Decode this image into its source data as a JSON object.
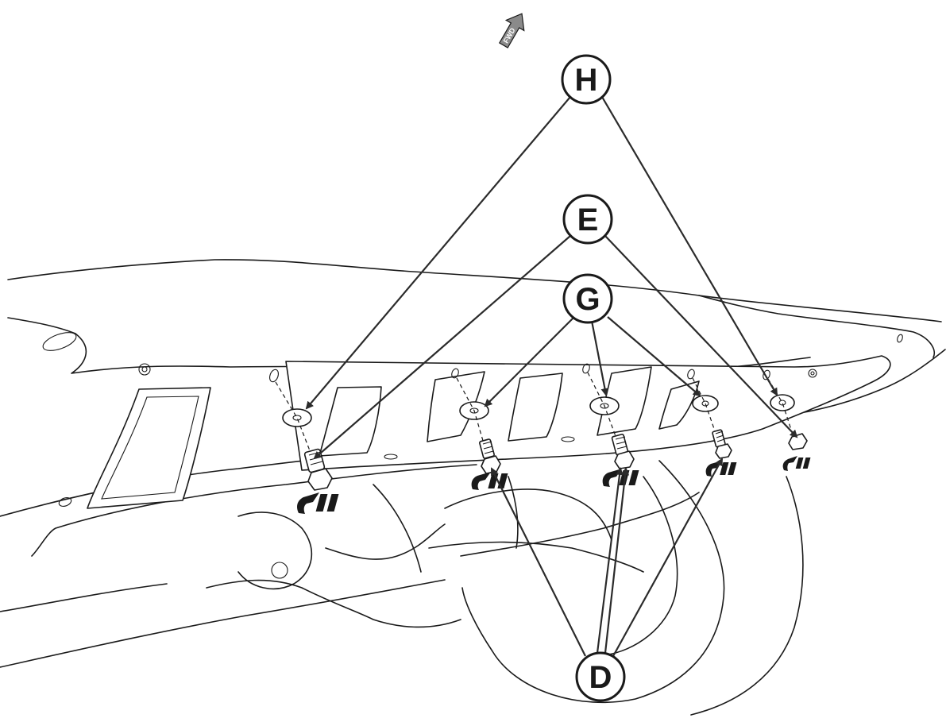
{
  "fwd_label": "FWD",
  "callouts": {
    "h": "H",
    "e": "E",
    "g": "G",
    "d": "D"
  },
  "colors": {
    "line": "#1a1a1a",
    "leader": "#2b2b2b",
    "fwd_arrow": "#8a8a8a",
    "background": "#ffffff"
  }
}
